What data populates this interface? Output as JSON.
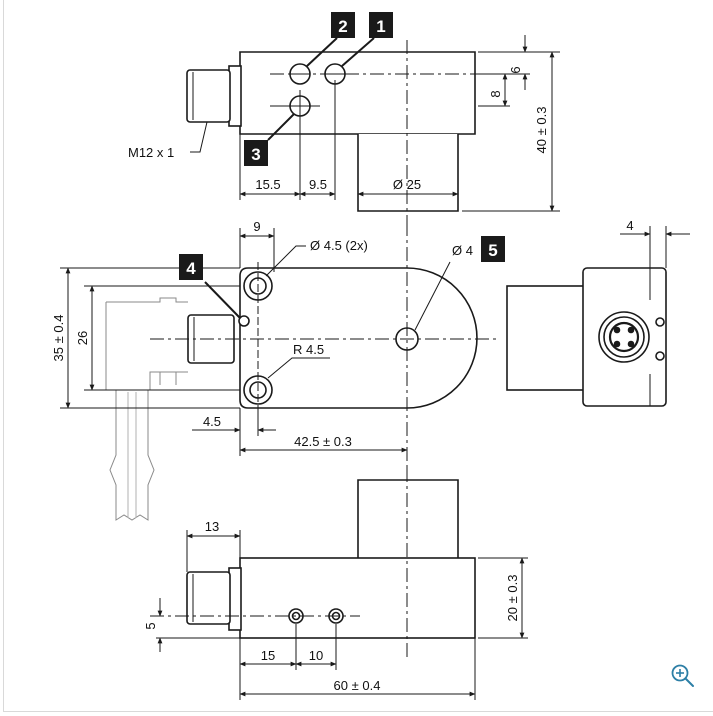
{
  "callouts": [
    "1",
    "2",
    "3",
    "4",
    "5"
  ],
  "dims": {
    "connector": "M12 x 1",
    "d6": "6",
    "d8": "8",
    "h40": "40 ± 0.3",
    "d15_5": "15.5",
    "d9_5": "9.5",
    "dia25": "Ø 25",
    "d9": "9",
    "holes": "Ø 4.5 (2x)",
    "dia4": "Ø 4",
    "d4": "4",
    "h35": "35 ± 0.4",
    "h26": "26",
    "r45": "R 4.5",
    "d4_5": "4.5",
    "w42_5": "42.5 ± 0.3",
    "d13": "13",
    "h20": "20 ± 0.3",
    "d5": "5",
    "d15": "15",
    "d10": "10",
    "w60": "60 ± 0.4"
  },
  "icons": {
    "zoom": "zoom-in-icon"
  },
  "colors": {
    "line": "#1a1a1a",
    "callout_bg": "#1a1a1a",
    "frame": "#d9d9d9",
    "zoom": "#2d7fa6"
  }
}
